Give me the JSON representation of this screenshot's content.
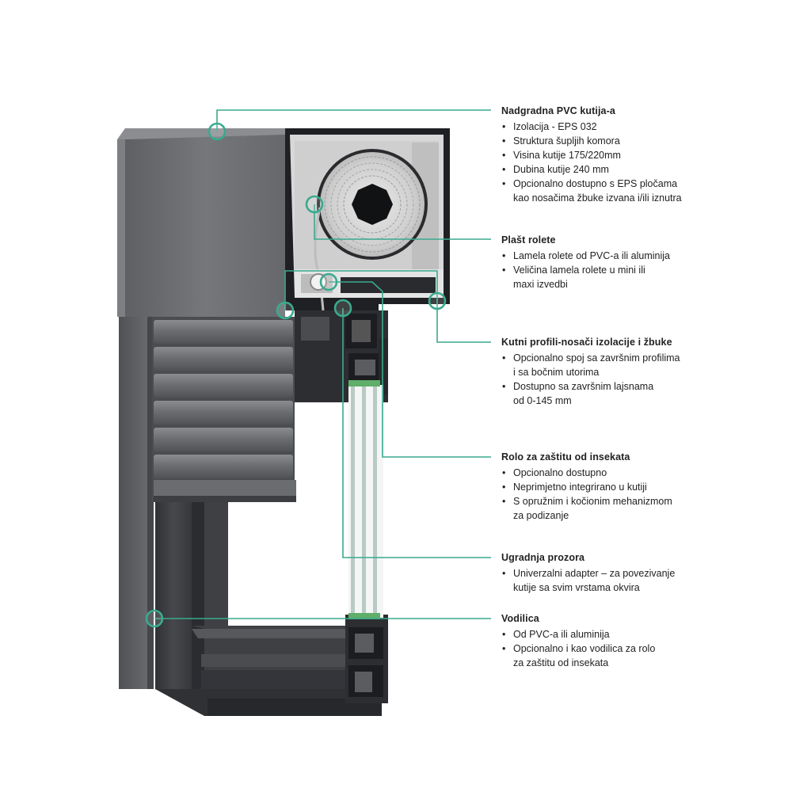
{
  "colors": {
    "accent": "#3aaa8e",
    "box_cover": "#6a6c70",
    "frame_dark": "#3a3c40",
    "text": "#222222"
  },
  "callouts": [
    {
      "title": "Nadgradna PVC kutija-a",
      "items": [
        "Izolacija - EPS 032",
        "Struktura šupljih komora",
        "Visina kutije 175/220mm",
        "Dubina kutije 240 mm",
        "Opcionalno dostupno s EPS pločama\nkao nosačima žbuke izvana i/ili iznutra"
      ]
    },
    {
      "title": "Plašt rolete",
      "items": [
        "Lamela rolete od PVC-a ili aluminija",
        "Veličina lamela rolete u mini ili\nmaxi izvedbi"
      ]
    },
    {
      "title": "Kutni profili-nosači izolacije i žbuke",
      "items": [
        "Opcionalno spoj sa završnim profilima\ni sa bočnim utorima",
        "Dostupno sa završnim lajsnama\nod 0-145 mm"
      ]
    },
    {
      "title": "Rolo za zaštitu od insekata",
      "items": [
        "Opcionalno dostupno",
        "Neprimjetno integrirano u kutiji",
        "S opružnim i kočionim mehanizmom\nza podizanje"
      ]
    },
    {
      "title": "Ugradnja prozora",
      "items": [
        "Univerzalni adapter – za povezivanje\nkutije sa svim vrstama okvira"
      ]
    },
    {
      "title": "Vodilica",
      "items": [
        "Od PVC-a ili aluminija",
        "Opcionalno i kao vodilica za rolo\nza zaštitu od insekata"
      ]
    }
  ]
}
